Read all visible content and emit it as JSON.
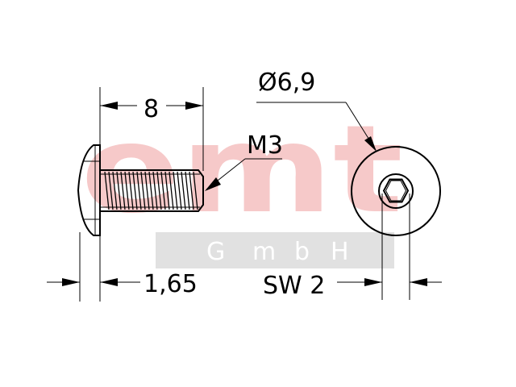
{
  "watermark": {
    "brand": "emt",
    "company": [
      "G",
      "m",
      "b",
      "H"
    ],
    "brand_color": "#f6c9c9",
    "band_color": "#e1e1e1"
  },
  "dimensions": {
    "length": "8",
    "thread": "M3",
    "head_diameter": "Ø6,9",
    "head_height": "1,65",
    "socket_size": "SW 2"
  }
}
